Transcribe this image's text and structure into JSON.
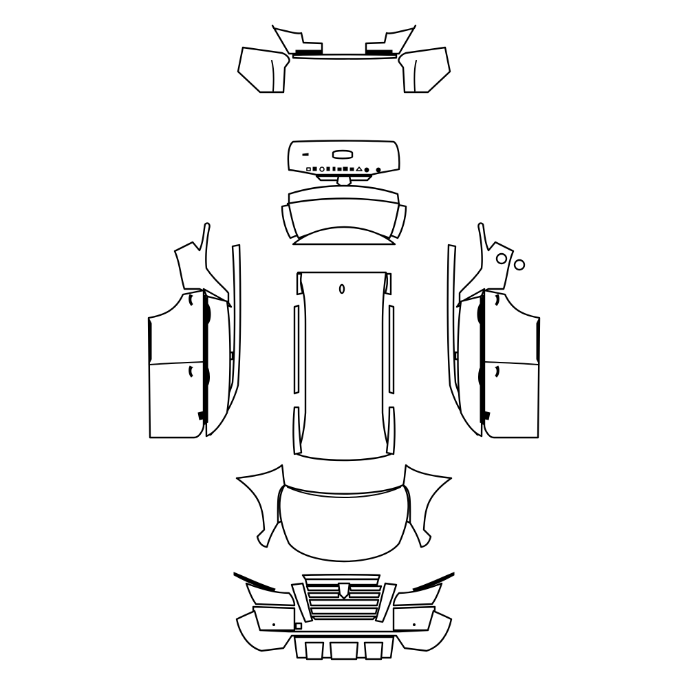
{
  "diagram": {
    "type": "vehicle-wrap-pattern-layout",
    "background": "#ffffff",
    "stroke_color": "#000000",
    "parts": [
      {
        "id": "rear-bumper",
        "label": "Rear bumper"
      },
      {
        "id": "trunk-lid",
        "label": "Trunk lid"
      },
      {
        "id": "rear-window",
        "label": "Rear glass"
      },
      {
        "id": "left-side",
        "label": "Left side panels"
      },
      {
        "id": "roof",
        "label": "Roof"
      },
      {
        "id": "right-side",
        "label": "Right side panels"
      },
      {
        "id": "hood-fenders",
        "label": "Hood and front fenders"
      },
      {
        "id": "front-bumper",
        "label": "Front bumper and grille"
      }
    ]
  }
}
